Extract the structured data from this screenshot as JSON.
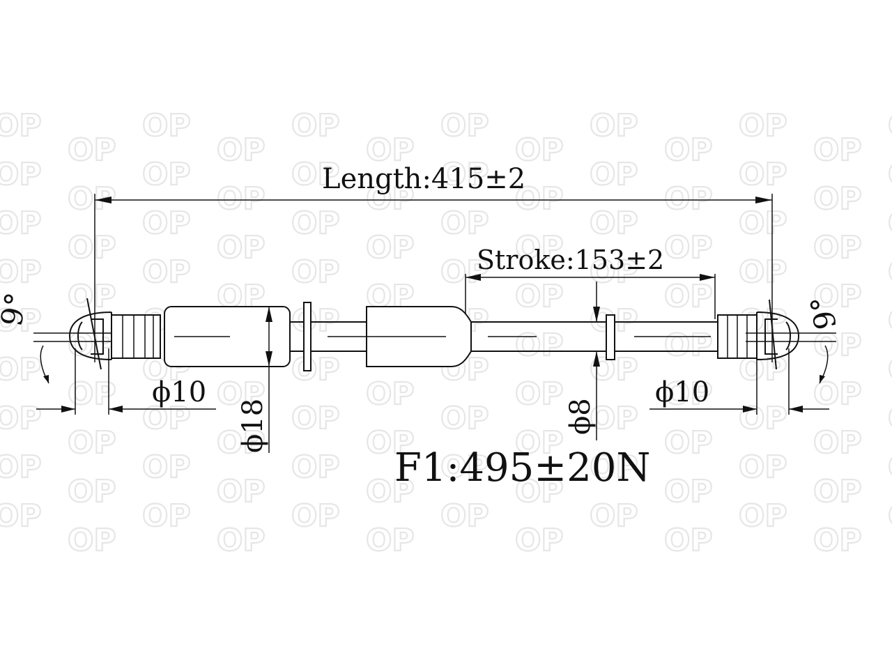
{
  "watermark": {
    "text": "OP",
    "color": "#e6e6e6"
  },
  "dimensions": {
    "length_label": "Length:415±2",
    "stroke_label": "Stroke:153±2",
    "force_label": "F1:495±20N",
    "end_left_diameter": "ϕ10",
    "end_right_diameter": "ϕ10",
    "cylinder_diameter": "ϕ18",
    "rod_diameter": "ϕ8",
    "angle_left": "9°",
    "angle_right": "9°"
  },
  "colors": {
    "line": "#111111",
    "background": "#ffffff"
  }
}
